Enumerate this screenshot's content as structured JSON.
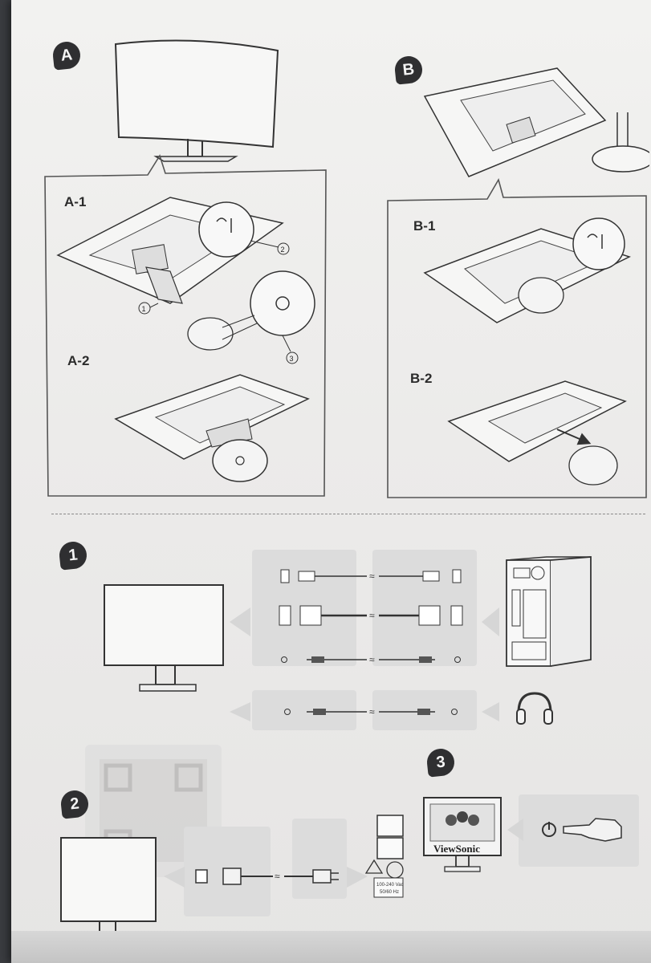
{
  "sections": {
    "A": {
      "badge": "A",
      "steps": [
        "A-1",
        "A-2"
      ],
      "callouts": [
        "1",
        "2",
        "3"
      ]
    },
    "B": {
      "badge": "B",
      "steps": [
        "B-1",
        "B-2"
      ]
    },
    "connect": {
      "badge": "1"
    },
    "power": {
      "badge": "2",
      "voltage_line1": "100-240 Vac",
      "voltage_line2": "50/60 Hz"
    },
    "power_on": {
      "badge": "3",
      "brand": "ViewSonic"
    }
  },
  "colors": {
    "ink": "#2f2f31",
    "paper": "#efefed",
    "grey_block": "#dcdcdc"
  }
}
